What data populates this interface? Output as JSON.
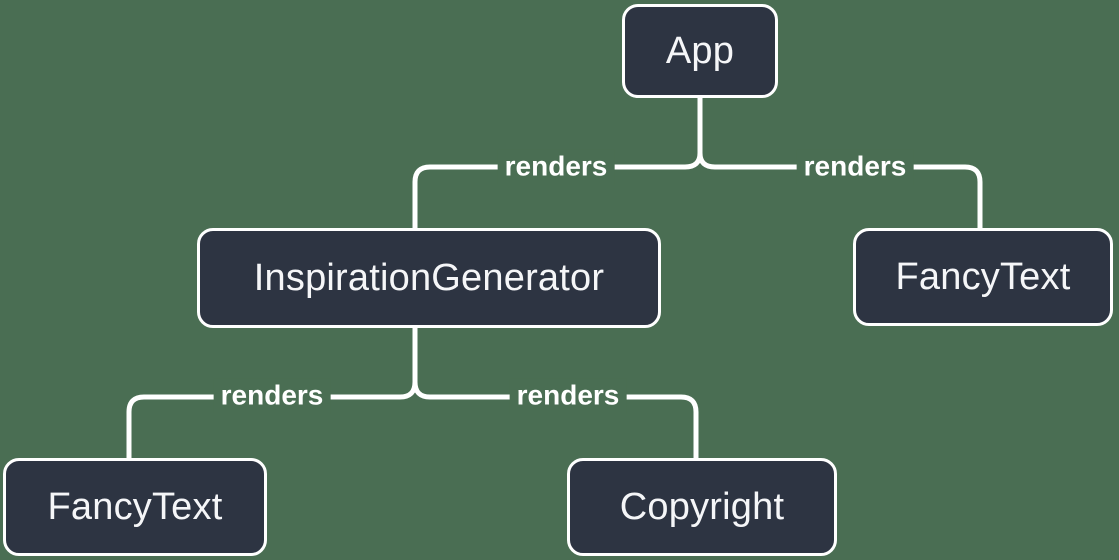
{
  "diagram": {
    "type": "component-render-tree",
    "colors": {
      "background": "#4a6e53",
      "node_fill": "#2d3442",
      "node_border": "#ffffff",
      "node_text": "#f5f6f8",
      "edge": "#ffffff"
    },
    "nodes": [
      {
        "id": "app",
        "label": "App"
      },
      {
        "id": "inspiration-generator",
        "label": "InspirationGenerator"
      },
      {
        "id": "fancy-text-top",
        "label": "FancyText"
      },
      {
        "id": "fancy-text-bottom",
        "label": "FancyText"
      },
      {
        "id": "copyright",
        "label": "Copyright"
      }
    ],
    "edges": [
      {
        "from": "App",
        "to": "InspirationGenerator",
        "label": "renders"
      },
      {
        "from": "App",
        "to": "FancyText",
        "label": "renders"
      },
      {
        "from": "InspirationGenerator",
        "to": "FancyText",
        "label": "renders"
      },
      {
        "from": "InspirationGenerator",
        "to": "Copyright",
        "label": "renders"
      }
    ]
  }
}
